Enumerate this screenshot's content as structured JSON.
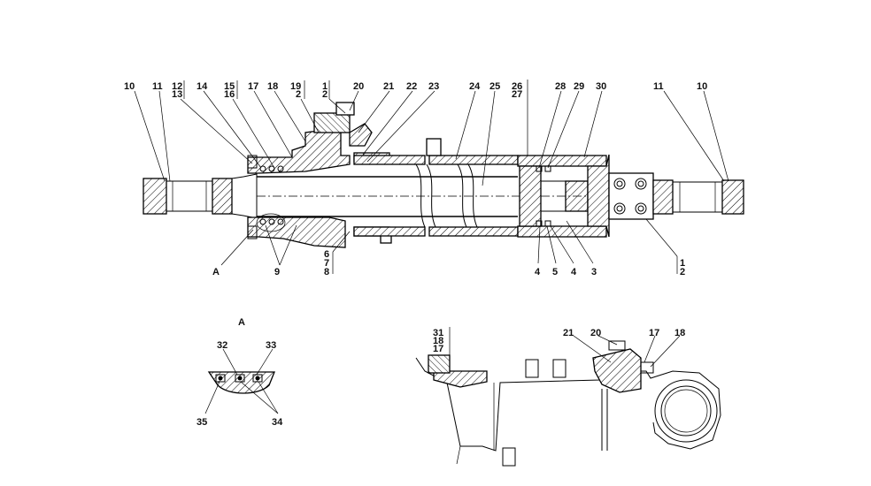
{
  "main_view": {
    "callouts_top": [
      "10",
      "11",
      "12",
      "13",
      "14",
      "15",
      "16",
      "17",
      "18",
      "19",
      "2",
      "1",
      "2",
      "20",
      "21",
      "22",
      "23",
      "24",
      "25",
      "26",
      "27",
      "28",
      "29",
      "30",
      "11",
      "10"
    ],
    "callouts_bottom": [
      "A",
      "9",
      "6",
      "7",
      "8",
      "4",
      "5",
      "4",
      "3",
      "1",
      "2"
    ]
  },
  "detail_a": {
    "title": "A",
    "callouts": [
      "32",
      "33",
      "35",
      "34"
    ]
  },
  "side_view": {
    "callouts": [
      "31",
      "18",
      "17",
      "21",
      "20",
      "17",
      "18"
    ]
  }
}
